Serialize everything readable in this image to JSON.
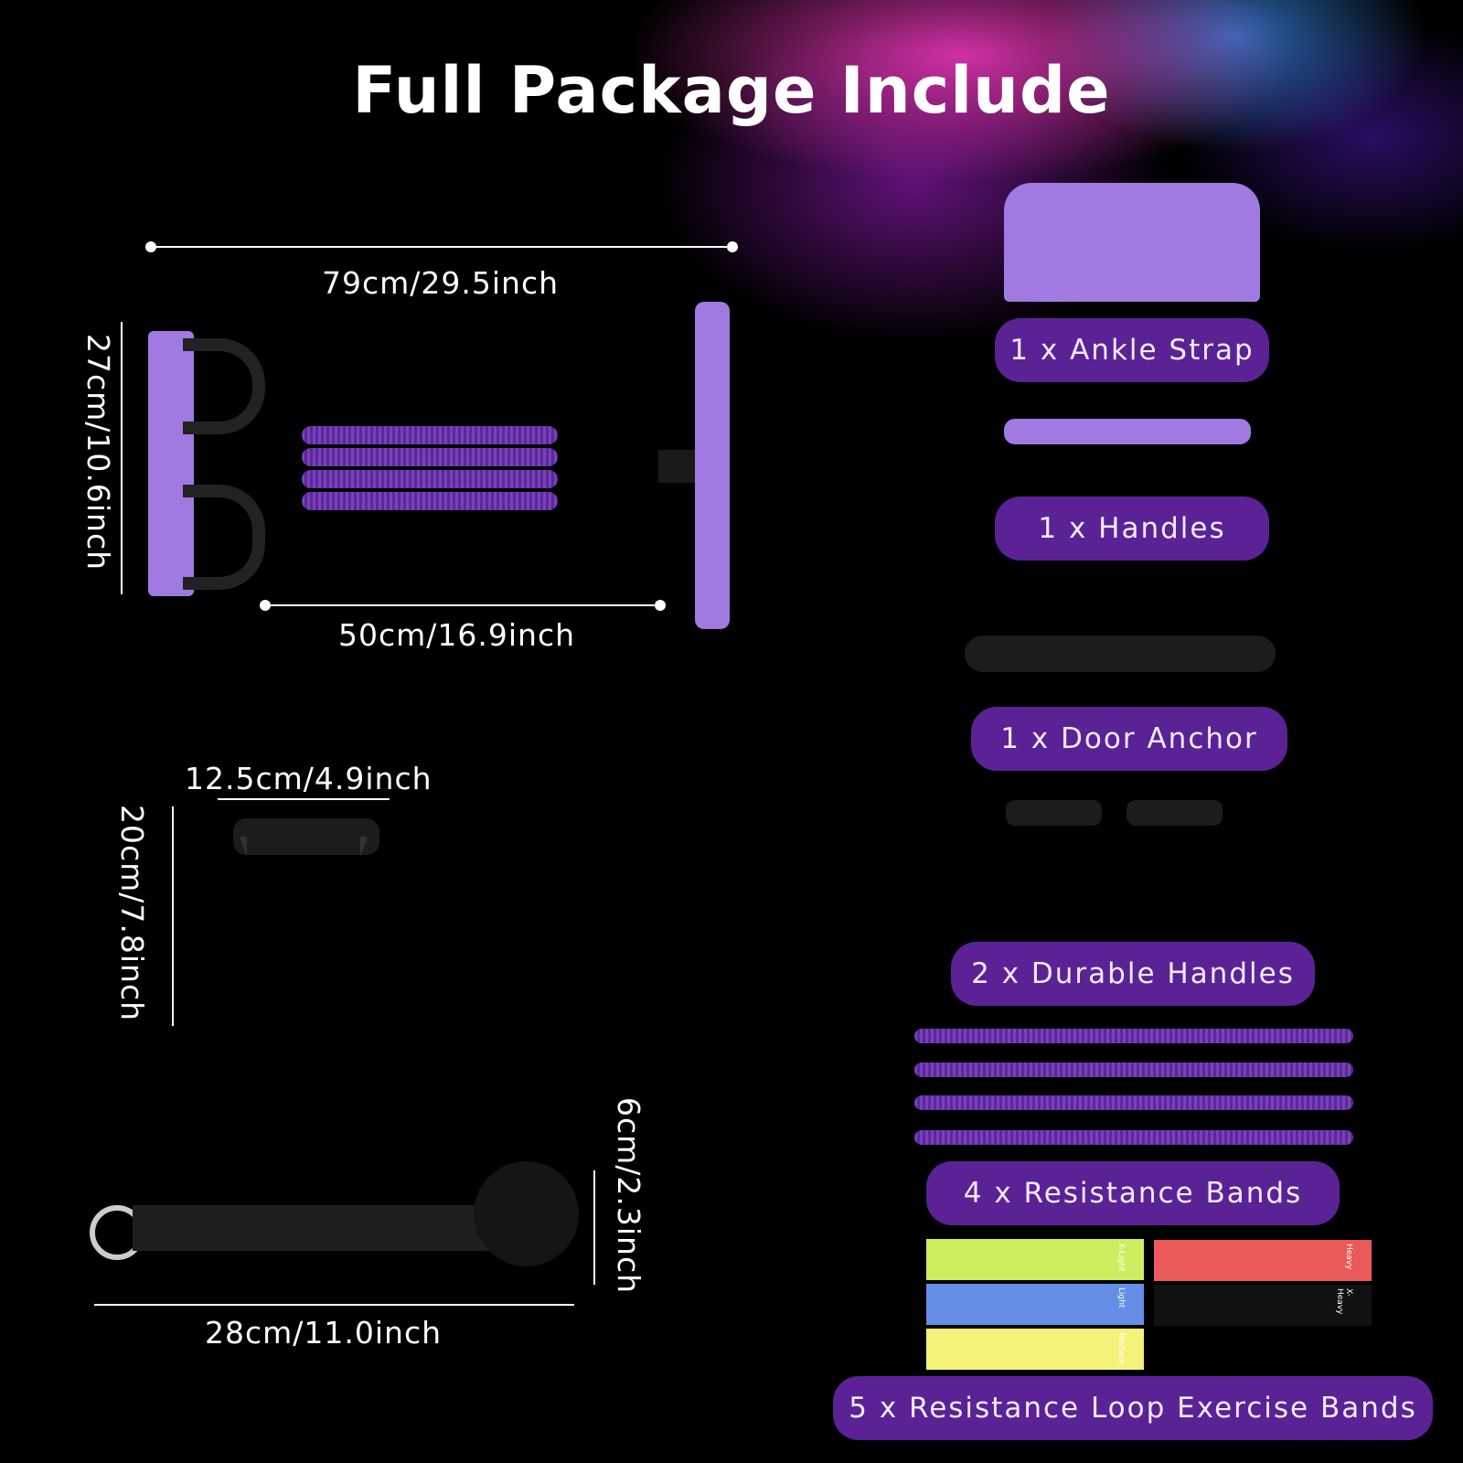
{
  "title": "Full Package Include",
  "dimensions": {
    "pedal_width": "79cm/29.5inch",
    "pedal_height": "27cm/10.6inch",
    "band_length": "50cm/16.9inch",
    "handle_width": "12.5cm/4.9inch",
    "handle_height": "20cm/7.8inch",
    "anchor_height": "6cm/2.3inch",
    "anchor_length": "28cm/11.0inch"
  },
  "items": [
    {
      "label": "1 x Ankle Strap"
    },
    {
      "label": "1 x Handles"
    },
    {
      "label": "1 x Door Anchor"
    },
    {
      "label": "2 x Durable Handles"
    },
    {
      "label": "4 x Resistance Bands"
    },
    {
      "label": "5 x Resistance Loop Exercise Bands"
    }
  ],
  "loop_bands": [
    {
      "label": "X-Light",
      "color": "#cdee5e"
    },
    {
      "label": "Light",
      "color": "#658ee6"
    },
    {
      "label": "Medium",
      "color": "#f5f27a"
    },
    {
      "label": "Heavy",
      "color": "#ea5a58"
    },
    {
      "label": "X-Heavy",
      "color": "#111111"
    }
  ],
  "accent": "#5b2296"
}
